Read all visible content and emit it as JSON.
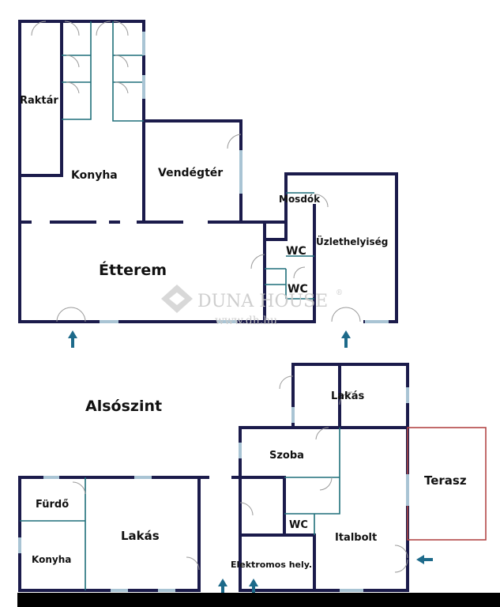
{
  "upper_level": {
    "rooms": {
      "raktar": "Raktár",
      "konyha": "Konyha",
      "vendegter": "Vendégtér",
      "mosdok": "Mosdók",
      "uzlethelyiseg": "Üzlethelyiség",
      "etterem": "Étterem",
      "wc_1": "WC",
      "wc_2": "WC"
    }
  },
  "lower_level": {
    "title": "Alsószint",
    "rooms": {
      "lakas_top": "Lakás",
      "szoba": "Szoba",
      "terasz": "Terasz",
      "furdo": "Fürdő",
      "lakas_left": "Lakás",
      "konyha": "Konyha",
      "wc": "WC",
      "italbolt": "Italbolt",
      "elektromos": "Elektromos hely."
    }
  },
  "watermark": {
    "brand": "DUNA HOUSE",
    "registered": "®",
    "url": "www.dh.hu"
  },
  "colors": {
    "wall": "#1b1b4b",
    "partition": "#1f6f7a",
    "window": "#a9c4d4",
    "terrace": "#b34747",
    "arrow": "#1d6a8a"
  }
}
